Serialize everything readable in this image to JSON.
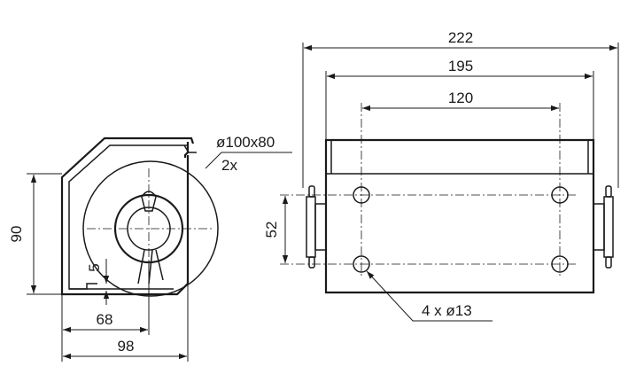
{
  "dimensions": {
    "overall_length": "222",
    "body_length": "195",
    "hole_spacing_x": "120",
    "hole_spacing_y": "52",
    "hole_spec": "4 x ø13",
    "drum_size": "ø100x80",
    "drum_qty": "2x",
    "height": "90",
    "offset": "5",
    "width_inner": "68",
    "width_outer": "98"
  },
  "colors": {
    "line": "#1a1a1a",
    "background": "#ffffff"
  }
}
